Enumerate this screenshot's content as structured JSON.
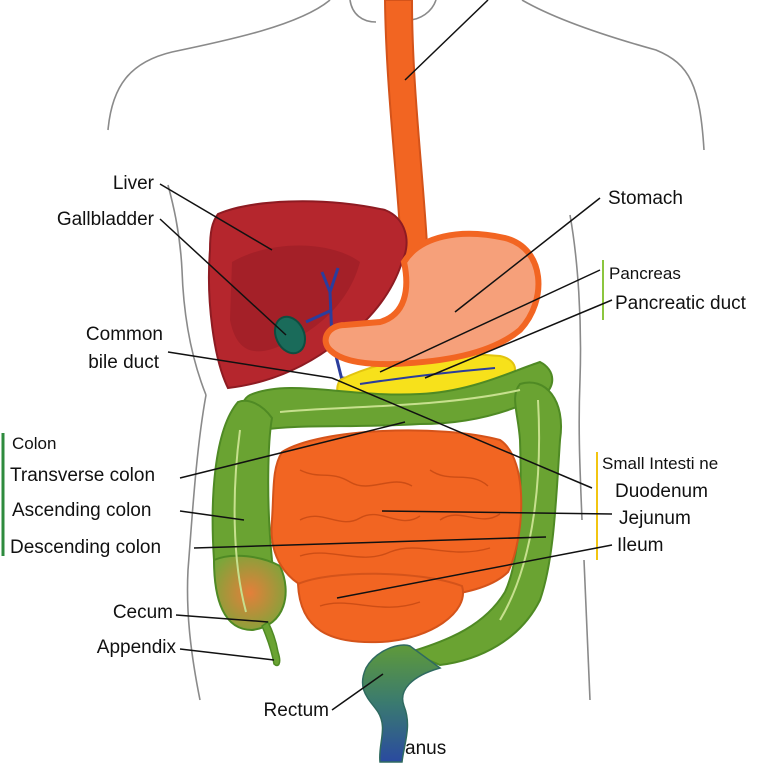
{
  "labels": {
    "liver": "Liver",
    "gallbladder": "Gallbladder",
    "common_bile_1": "Common",
    "common_bile_2": "bile duct",
    "stomach": "Stomach",
    "pancreas": "Pancreas",
    "pancreatic_duct": "Pancreatic duct",
    "colon": "Colon",
    "transverse_colon": "Transverse colon",
    "ascending_colon": "Ascending colon",
    "descending_colon": "Descending colon",
    "cecum": "Cecum",
    "appendix": "Appendix",
    "rectum": "Rectum",
    "anus": "anus",
    "small_intestine": "Small Intesti ne",
    "duodenum": "Duodenum",
    "jejunum": "Jejunum",
    "ileum": "Ileum"
  },
  "colors": {
    "body_outline": "#8a8a8a",
    "esophagus": "#f26522",
    "liver": "#b5262d",
    "liver_shade": "#8e1b22",
    "gallbladder": "#1a6b5a",
    "bile_duct": "#2b3d9c",
    "stomach_outline": "#f26522",
    "stomach_fill": "#f6a07a",
    "pancreas": "#f7e11b",
    "colon": "#6aa332",
    "colon_dark": "#4f8a24",
    "small_intestine": "#f26522",
    "rectum": "#3a7a6e",
    "anus": "#2a4aa0",
    "colon_group_line": "#2e8b3e",
    "pancreas_group_line": "#8cc63f",
    "small_intestine_group_line": "#f2c511"
  }
}
